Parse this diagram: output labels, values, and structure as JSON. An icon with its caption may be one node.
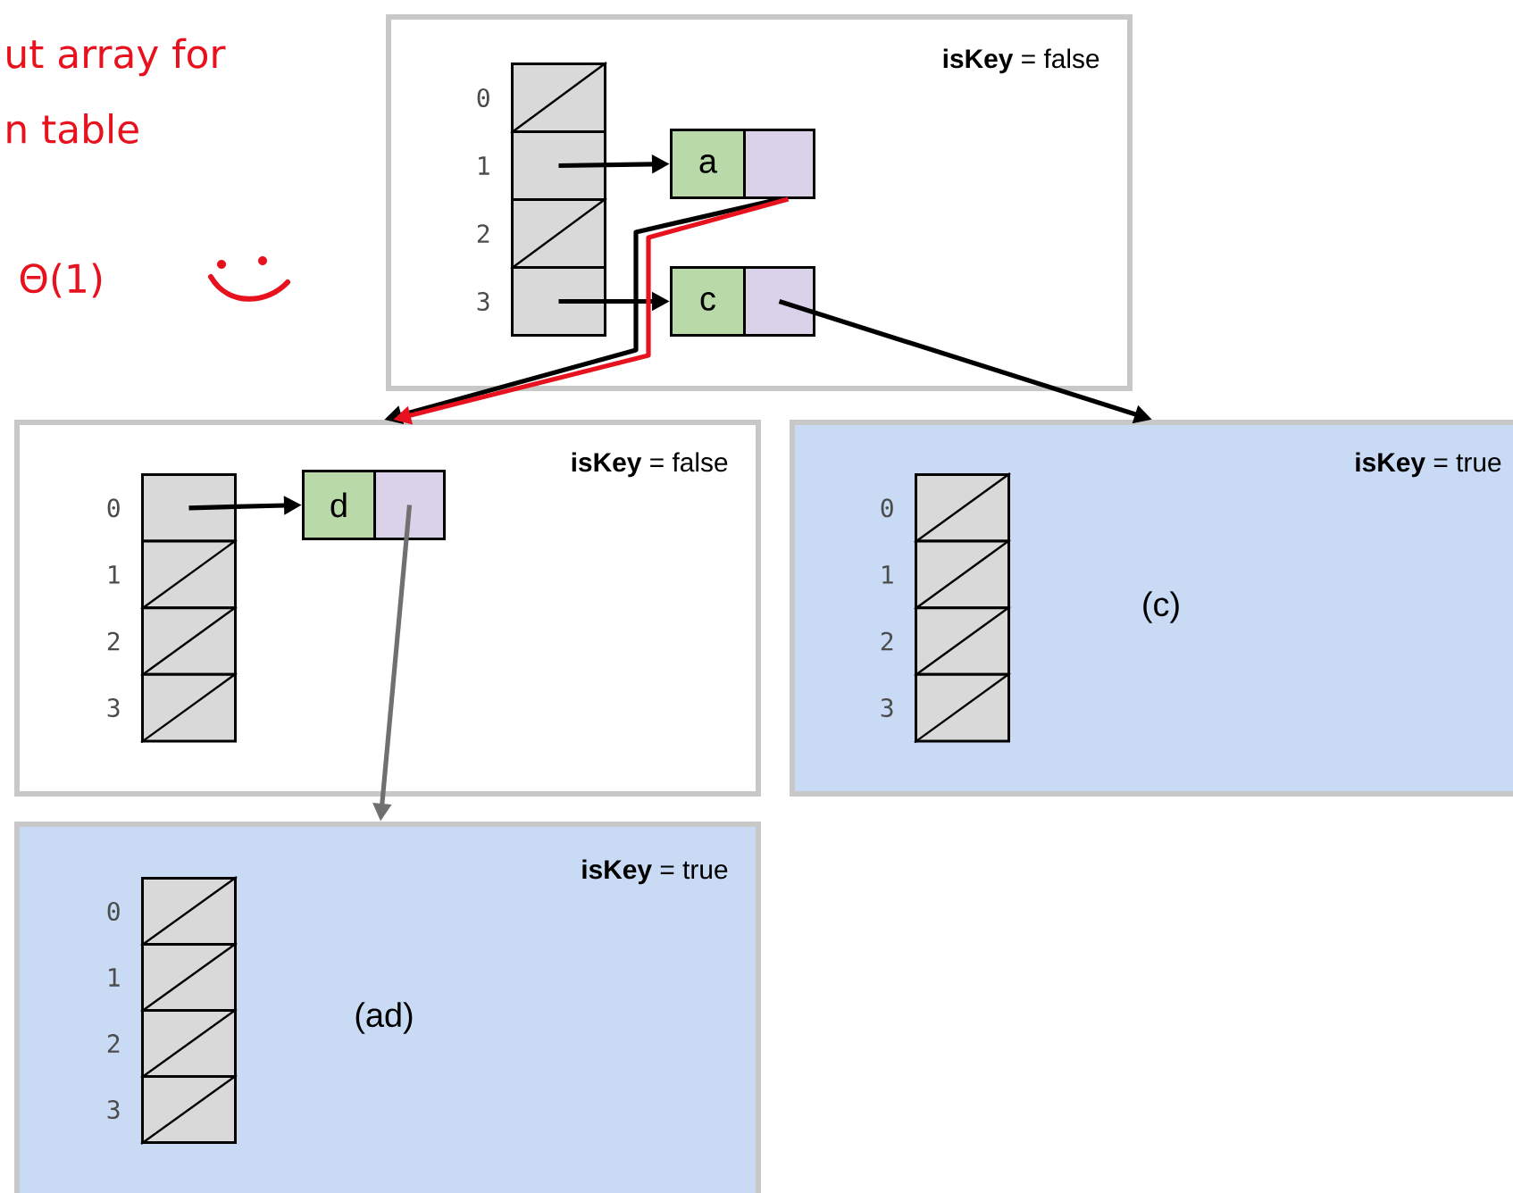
{
  "diagram": {
    "nodes": [
      {
        "text": [
          "**isKey** = false"
        ]
      },
      {
        "text": [],
        "shape": "box",
        "in": 0,
        "beside": [
          "0"
        ]
      },
      {
        "text": [],
        "shape": "box",
        "in": 0,
        "beside": [
          "1"
        ]
      },
      {
        "text": [],
        "shape": "box",
        "in": 0,
        "beside": [
          "2"
        ]
      },
      {
        "text": [],
        "shape": "box",
        "in": 0,
        "beside": [
          "3"
        ]
      },
      {
        "text": [
          "a"
        ],
        "in": 0
      },
      {
        "text": [],
        "shape": "box",
        "in": 0
      },
      {
        "text": [
          "c"
        ],
        "in": 0
      },
      {
        "text": [],
        "shape": "box",
        "in": 0
      },
      {
        "text": [
          "**isKey** = false"
        ]
      },
      {
        "text": [],
        "shape": "box",
        "in": 9,
        "beside": [
          "0"
        ]
      },
      {
        "text": [],
        "shape": "box",
        "in": 9,
        "beside": [
          "1"
        ]
      },
      {
        "text": [],
        "shape": "box",
        "in": 9,
        "beside": [
          "2"
        ]
      },
      {
        "text": [],
        "shape": "box",
        "in": 9,
        "beside": [
          "3"
        ]
      },
      {
        "text": [
          "d"
        ],
        "in": 9
      },
      {
        "text": [],
        "shape": "box",
        "in": 9
      },
      {
        "text": [
          "**isKey** = true",
          "(c)"
        ]
      },
      {
        "text": [],
        "shape": "box",
        "in": 16,
        "beside": [
          "0"
        ]
      },
      {
        "text": [],
        "shape": "box",
        "in": 16,
        "beside": [
          "1"
        ]
      },
      {
        "text": [],
        "shape": "box",
        "in": 16,
        "beside": [
          "2"
        ]
      },
      {
        "text": [],
        "shape": "box",
        "in": 16,
        "beside": [
          "3"
        ]
      },
      {
        "text": [
          "**isKey** = true",
          "(ad)"
        ]
      },
      {
        "text": [],
        "shape": "box",
        "in": 21,
        "beside": [
          "0"
        ]
      },
      {
        "text": [],
        "shape": "box",
        "in": 21,
        "beside": [
          "1"
        ]
      },
      {
        "text": [],
        "shape": "box",
        "in": 21,
        "beside": [
          "2"
        ]
      },
      {
        "text": [],
        "shape": "box",
        "in": 21,
        "beside": [
          "3"
        ]
      }
    ],
    "edges": [
      {
        "from": 2,
        "to": 5,
        "arrow": "to"
      },
      {
        "from": 4,
        "to": 7,
        "arrow": "to"
      },
      {
        "from": 6,
        "to": 9,
        "arrow": "to"
      },
      {
        "from": 6,
        "to": 9,
        "arrow": "to",
        "color": "#e8121f"
      },
      {
        "from": 8,
        "to": 16,
        "arrow": "to"
      },
      {
        "from": 10,
        "to": 14,
        "arrow": "to"
      },
      {
        "from": 15,
        "to": 21,
        "arrow": "to",
        "color": "#707070"
      }
    ],
    "labels": [
      "ut array for",
      "n table",
      "Θ(1)"
    ]
  }
}
